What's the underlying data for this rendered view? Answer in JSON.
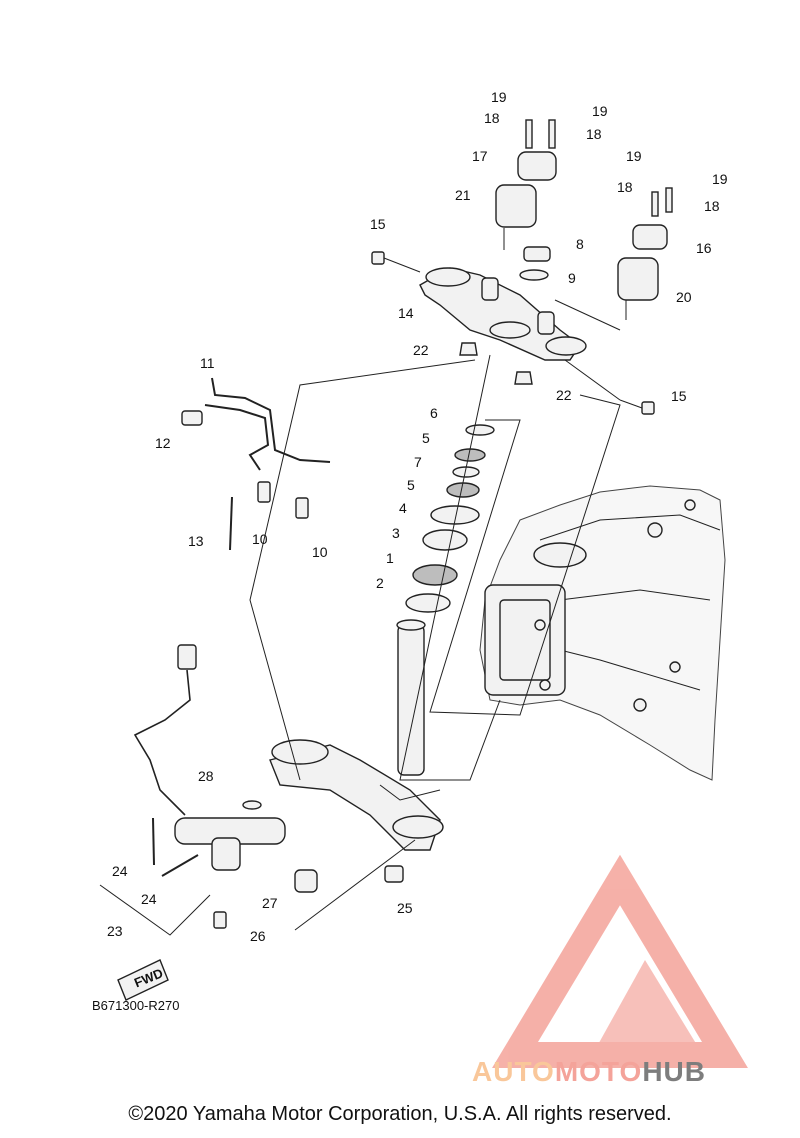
{
  "diagram": {
    "callouts": [
      "19",
      "19",
      "18",
      "18",
      "17",
      "21",
      "8",
      "9",
      "19",
      "19",
      "18",
      "18",
      "16",
      "20",
      "15",
      "14",
      "22",
      "22",
      "15",
      "11",
      "12",
      "13",
      "10",
      "10",
      "6",
      "5",
      "7",
      "5",
      "4",
      "3",
      "1",
      "2",
      "28",
      "24",
      "24",
      "23",
      "27",
      "26",
      "25"
    ],
    "code": "B671300-R270",
    "fwd_label": "FWD"
  },
  "watermark": {
    "part1": "AUTO",
    "part2": "MOTO",
    "part3": "HUB",
    "color1": "#f9c79a",
    "color2": "#f4a39a",
    "color3": "#7d7d7d"
  },
  "footer": {
    "copyright": "©2020 Yamaha Motor Corporation, U.S.A. All rights reserved."
  }
}
